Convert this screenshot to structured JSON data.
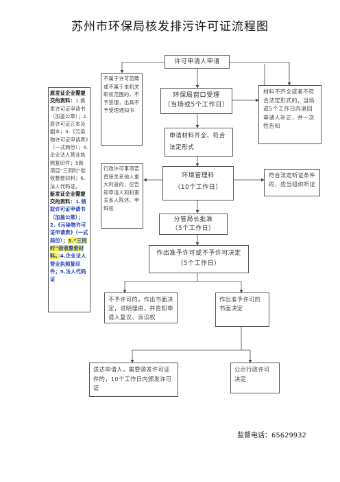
{
  "title": "苏州市环保局核发排污许可证流程图",
  "nodes": {
    "apply": "许可申请人申请",
    "not_in_scope": "不属于许可范畴或不属于本机关职权范围的，不予受理，出具不予受理通知书",
    "window": "环保局窗口受理\n（当场或5个工作日）",
    "incomplete": "材料不齐全或者不符合法定形式的，当场或5个工作日内退回申请人补正，并一次性告知",
    "complete": "申请材料齐全、符合法定形式",
    "major_interest": "行政许可事项若直接关系他人重大利益的，应告知申请人和利害关系人陈述、申辩权",
    "env_dept": "环境管理科\n（10个工作日）",
    "hearing": "符合法定听证条件的，应当组织听证",
    "director": "分管局长批准\n（5个工作日）",
    "decision": "作出准予许可或不予许可决定\n（5个工作日）",
    "reject": "不予许可的，作出书面决定，说明理由，并告知申请人复议、诉讼权",
    "approve": "作出准予许可的书面决定",
    "deliver": "送达申请人，需要颁发许可证件的，10个工作日内颁发许可证",
    "publish": "公示行政许可决定"
  },
  "materials": {
    "renew_head": "原发证企业需提交的资料：",
    "renew_items": "1.换发许可证申请书（加盖公章）；2.原许可证正本及副本；3.《污染物许可证申请表》（一式两份）；4.企业法人营业执照复印件；5新项目“三同时”验收整套材料；6.法人代码证。",
    "new_head": "新发证企业需提交的资料：",
    "new_a": "1.领取许可证申请书（加盖公章）；2.《污染物许可证申请表》（一式两份）；",
    "new_hl": "3.“三同时”验收整套材料。",
    "new_b": "4.企业法人营业执照复印件；5.法人代码证"
  },
  "contact": "监督电话：65629932"
}
